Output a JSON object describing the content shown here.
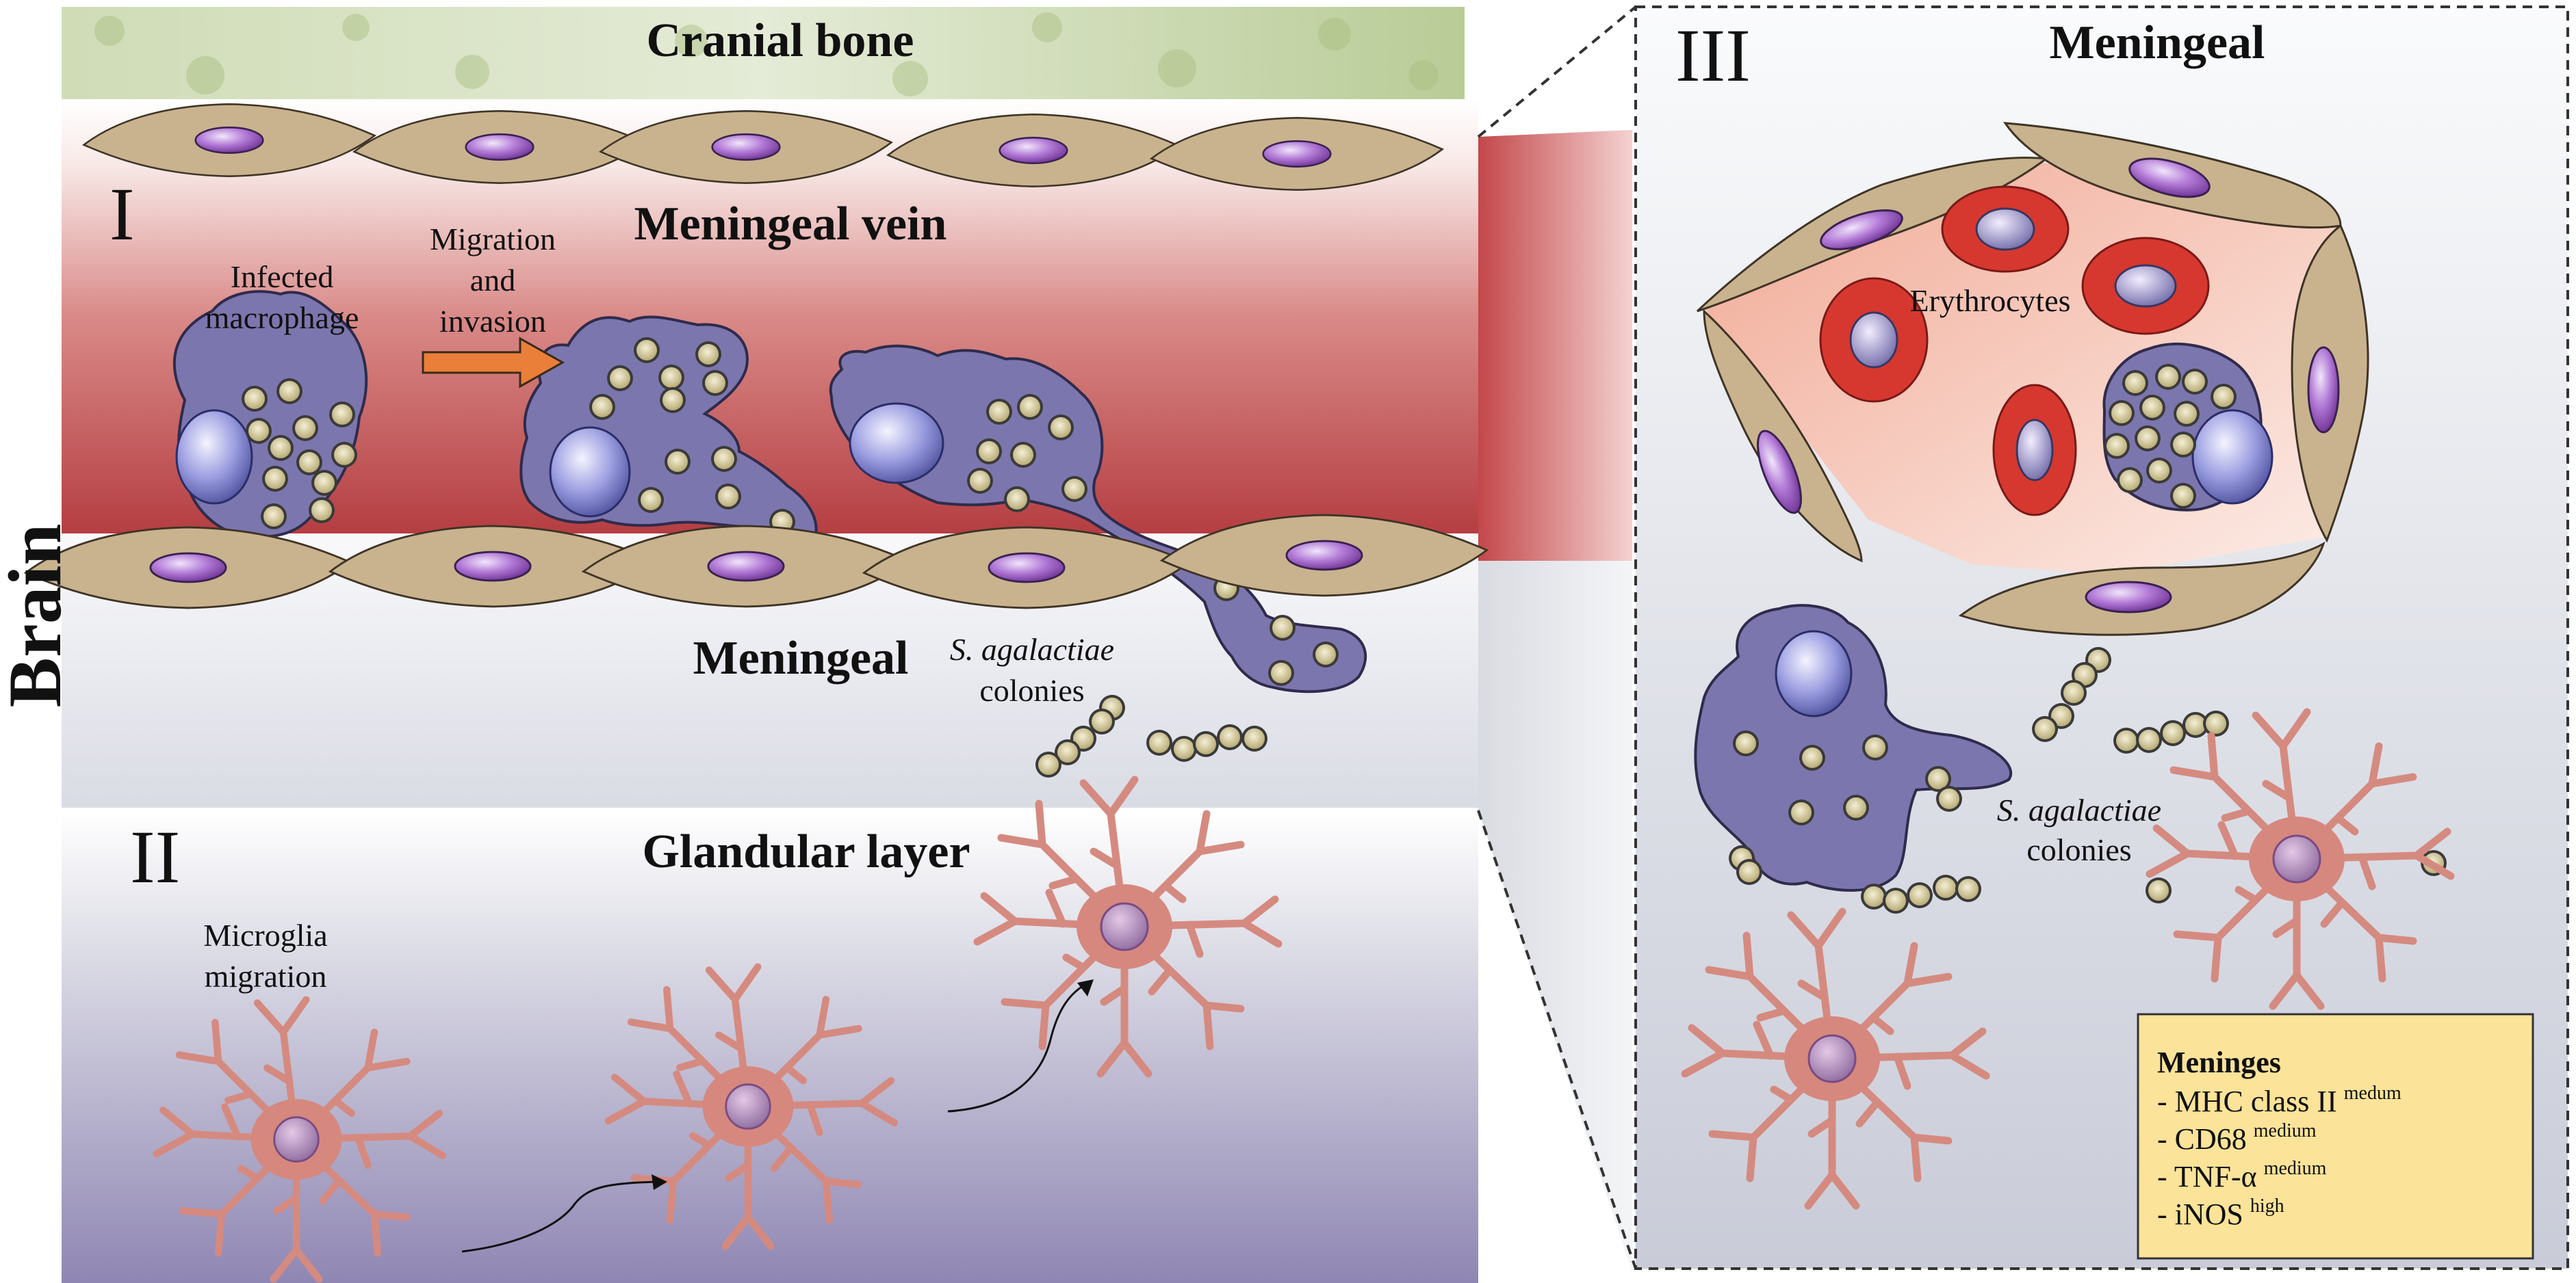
{
  "left_panel": {
    "side_label": "Brain",
    "cranial_bone": "Cranial bone",
    "section_I": {
      "numeral": "I",
      "title": "Meningeal vein",
      "infected_macrophage": [
        "Infected",
        "macrophage"
      ],
      "migration": [
        "Migration",
        "and",
        "invasion"
      ],
      "meningeal": "Meningeal",
      "colonies": [
        "S. agalactiae",
        "colonies"
      ]
    },
    "section_II": {
      "numeral": "II",
      "title": "Glandular layer",
      "microglia": [
        "Microglia",
        "migration"
      ]
    }
  },
  "right_panel": {
    "numeral": "III",
    "title": "Meningeal",
    "erythrocytes": "Erythrocytes",
    "colonies": [
      "S. agalactiae",
      "colonies"
    ],
    "legend": {
      "title": "Meninges",
      "items": [
        {
          "label": "- MHC class II",
          "sup": "medum"
        },
        {
          "label": "- CD68",
          "sup": "medium"
        },
        {
          "label": "- TNF-α",
          "sup": "medium"
        },
        {
          "label": "- iNOS",
          "sup": "high"
        }
      ]
    }
  },
  "colors": {
    "vein_red": "#b8474a",
    "endothelial_fill": "#c4ae89",
    "nucleus_purple": "#8a4fb0",
    "macrophage_fill": "#7d77ad",
    "bacteria_fill": "#d9cfa0",
    "microglia_pink": "#d8877d",
    "erythrocyte_red": "#d43a36",
    "legend_bg": "#fbe399"
  }
}
